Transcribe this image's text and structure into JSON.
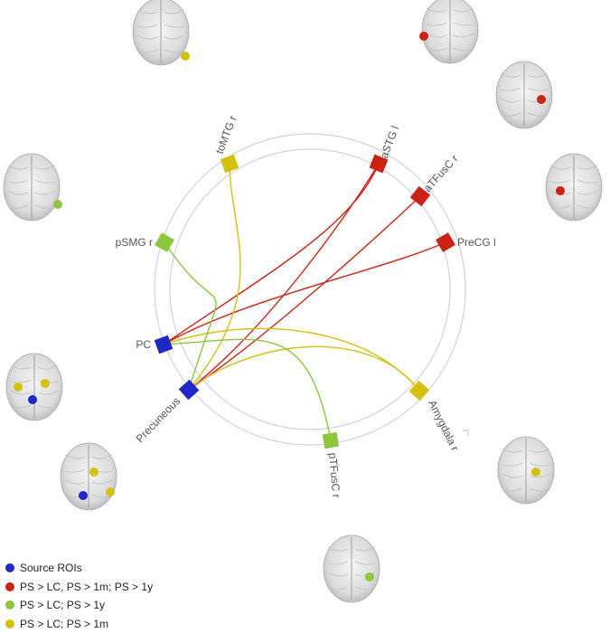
{
  "colors": {
    "source": "#1e27c8",
    "red": "#cc2214",
    "green": "#8cc63e",
    "yellow": "#d4c10e",
    "ring": "#d2d2d2"
  },
  "nodes": [
    {
      "id": "toMTG",
      "label": "toMTG r",
      "group": "yellow"
    },
    {
      "id": "aSTG",
      "label": "aSTG l",
      "group": "red"
    },
    {
      "id": "aTFusC",
      "label": "aTFusC r",
      "group": "red"
    },
    {
      "id": "PreCG",
      "label": "PreCG l",
      "group": "red"
    },
    {
      "id": "pSMG",
      "label": "pSMG r",
      "group": "green"
    },
    {
      "id": "PC",
      "label": "PC",
      "group": "source"
    },
    {
      "id": "Precuneous",
      "label": "Precuneous",
      "group": "source"
    },
    {
      "id": "Amygdala",
      "label": "Amygdala r",
      "group": "yellow"
    },
    {
      "id": "pTFusC",
      "label": "pTFusC r",
      "group": "green"
    }
  ],
  "connections": [
    {
      "from": "PC",
      "to": "aSTG",
      "group": "red"
    },
    {
      "from": "PC",
      "to": "PreCG",
      "group": "red"
    },
    {
      "from": "Precuneous",
      "to": "aSTG",
      "group": "red"
    },
    {
      "from": "Precuneous",
      "to": "aTFusC",
      "group": "red"
    },
    {
      "from": "PC",
      "to": "Amygdala",
      "group": "yellow"
    },
    {
      "from": "Precuneous",
      "to": "Amygdala",
      "group": "yellow"
    },
    {
      "from": "Precuneous",
      "to": "toMTG",
      "group": "yellow"
    },
    {
      "from": "PC",
      "to": "pTFusC",
      "group": "green"
    },
    {
      "from": "Precuneous",
      "to": "pSMG",
      "group": "green"
    }
  ],
  "brains": [
    {
      "name": "brain-top-left",
      "dots": [
        "yellow"
      ]
    },
    {
      "name": "brain-top-right",
      "dots": [
        "red"
      ]
    },
    {
      "name": "brain-right-upper",
      "dots": [
        "red"
      ]
    },
    {
      "name": "brain-right-mid",
      "dots": [
        "red"
      ]
    },
    {
      "name": "brain-left-upper",
      "dots": [
        "green"
      ]
    },
    {
      "name": "brain-left-mid",
      "dots": [
        "yellow",
        "yellow",
        "source"
      ]
    },
    {
      "name": "brain-left-lower",
      "dots": [
        "yellow",
        "yellow",
        "source"
      ]
    },
    {
      "name": "brain-right-lower",
      "dots": [
        "yellow"
      ]
    },
    {
      "name": "brain-bottom",
      "dots": [
        "green"
      ]
    }
  ],
  "legend": [
    {
      "label": "Source ROIs",
      "color": "source"
    },
    {
      "label": "PS > LC, PS > 1m; PS > 1y",
      "color": "red"
    },
    {
      "label": "PS > LC; PS > 1y",
      "color": "green"
    },
    {
      "label": "PS > LC; PS > 1m",
      "color": "yellow"
    }
  ]
}
